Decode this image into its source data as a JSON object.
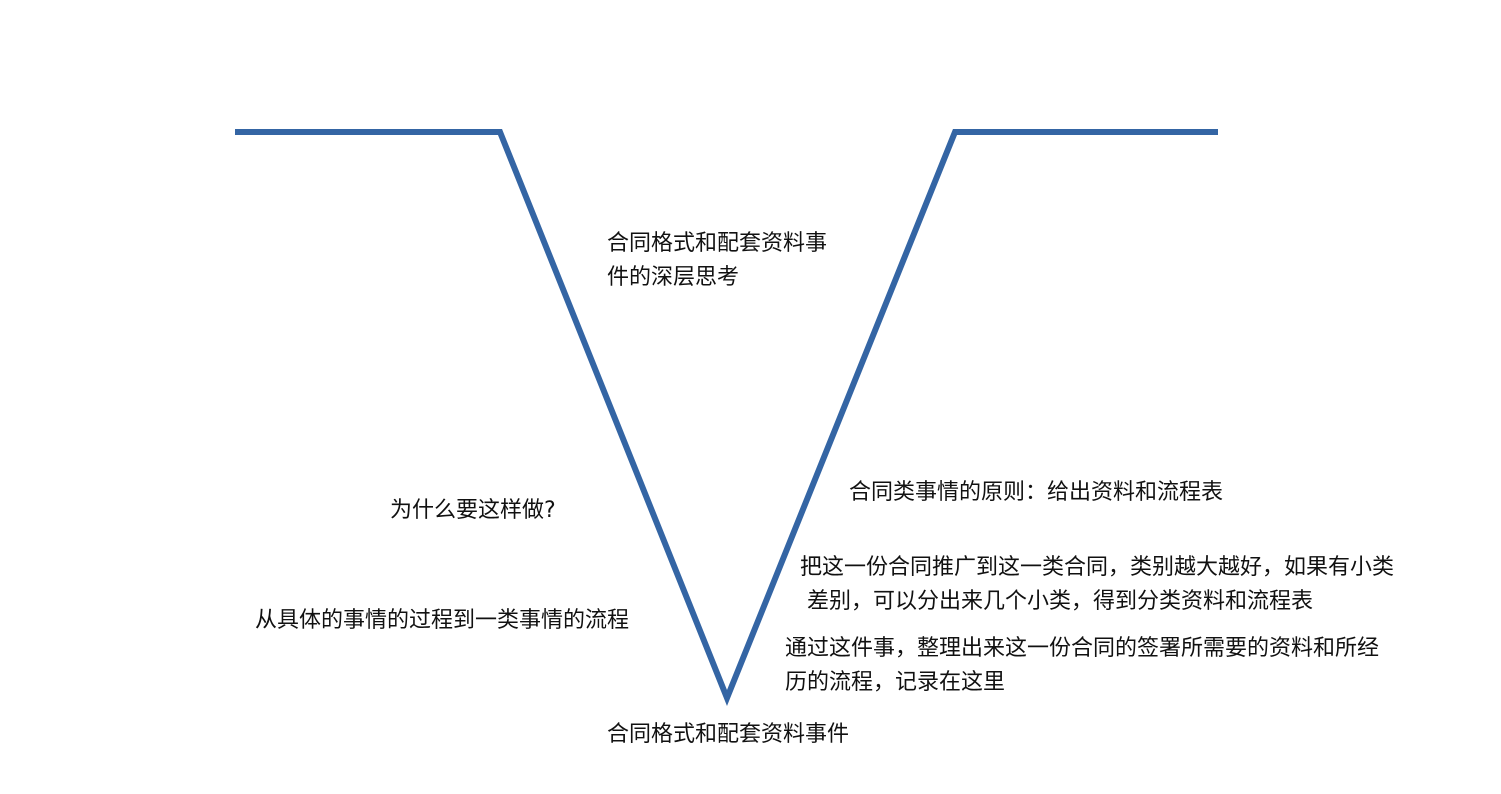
{
  "diagram": {
    "line_color": "#3465a4",
    "top_title": [
      "合同格式和配套资料事",
      "件的深层思考"
    ],
    "bottom_title": "合同格式和配套资料事件",
    "left_labels": {
      "why": "为什么要这样做?",
      "process": "从具体的事情的过程到一类事情的流程"
    },
    "right_labels": {
      "principle": "合同类事情的原则：给出资料和流程表",
      "generalize": [
        "把这一份合同推广到这一类合同，类别越大越好，如果有小类",
        " 差别，可以分出来几个小类，得到分类资料和流程表"
      ],
      "record": [
        "通过这件事，整理出来这一份合同的签署所需要的资料和所经",
        "历的流程，记录在这里"
      ]
    }
  }
}
